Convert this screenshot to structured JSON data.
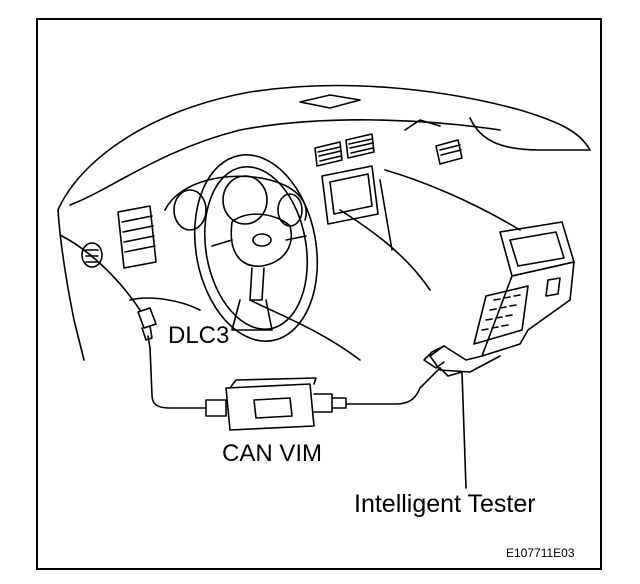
{
  "labels": {
    "dlc": "DLC3",
    "can_vim": "CAN VIM",
    "tester": "Intelligent Tester",
    "figure_id": "E107711E03"
  },
  "colors": {
    "line": "#000000",
    "background": "#ffffff"
  }
}
